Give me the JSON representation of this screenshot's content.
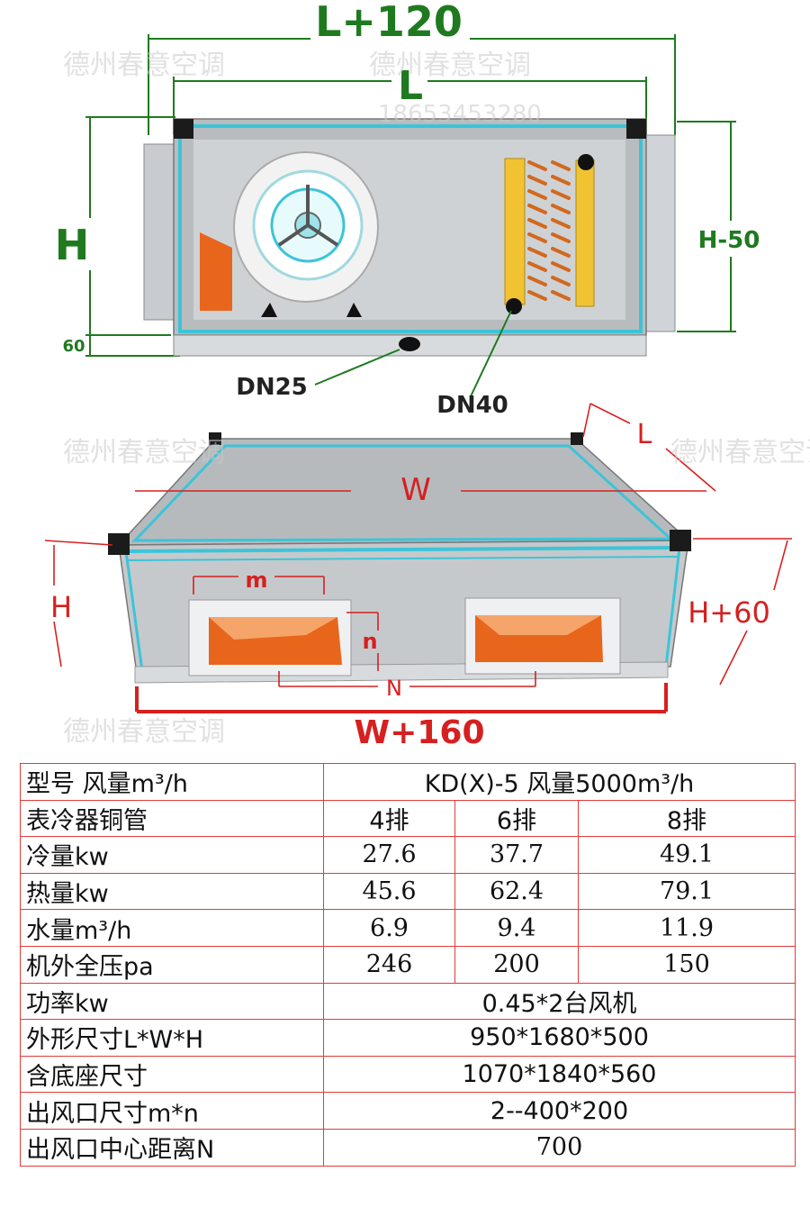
{
  "top_view": {
    "dim_outer_width": "L+120",
    "dim_inner_width": "L",
    "dim_height": "H",
    "dim_right_height": "H-50",
    "dim_base": "60",
    "pipe_drain": "DN25",
    "pipe_water": "DN40"
  },
  "iso_view": {
    "dim_width": "W",
    "dim_length": "L",
    "dim_height_left": "H",
    "dim_height_right": "H+60",
    "dim_outlet_m": "m",
    "dim_outlet_n": "n",
    "dim_outlet_spacing": "N",
    "dim_base_width": "W+160"
  },
  "watermark": {
    "company": "德州春意空调",
    "phone": "18653453280"
  },
  "colors": {
    "dimension_green": "#1f7a1f",
    "dimension_red": "#d62020",
    "table_border": "#e23b3b",
    "frame_cyan": "#3cc4d8",
    "coil_yellow": "#f1c232",
    "insulation_orange": "#e8661c"
  },
  "spec_table": {
    "model_label": "型号  风量m³/h",
    "model_value": "KD(X)-5    风量5000m³/h",
    "rows_label_coil": "表冷器铜管",
    "coil": [
      "4排",
      "6排",
      "8排"
    ],
    "label_cooling": "冷量kw",
    "cooling": [
      "27.6",
      "37.7",
      "49.1"
    ],
    "label_heating": "热量kw",
    "heating": [
      "45.6",
      "62.4",
      "79.1"
    ],
    "label_water": "水量m³/h",
    "water": [
      "6.9",
      "9.4",
      "11.9"
    ],
    "label_pressure": "机外全压pa",
    "pressure": [
      "246",
      "200",
      "150"
    ],
    "label_power": "功率kw",
    "power": "0.45*2台风机",
    "label_dims": "外形尺寸L*W*H",
    "dims": "950*1680*500",
    "label_base_dims": "含底座尺寸",
    "base_dims": "1070*1840*560",
    "label_outlet": "出风口尺寸m*n",
    "outlet": "2--400*200",
    "label_outlet_dist": "出风口中心距离N",
    "outlet_dist": "700"
  }
}
